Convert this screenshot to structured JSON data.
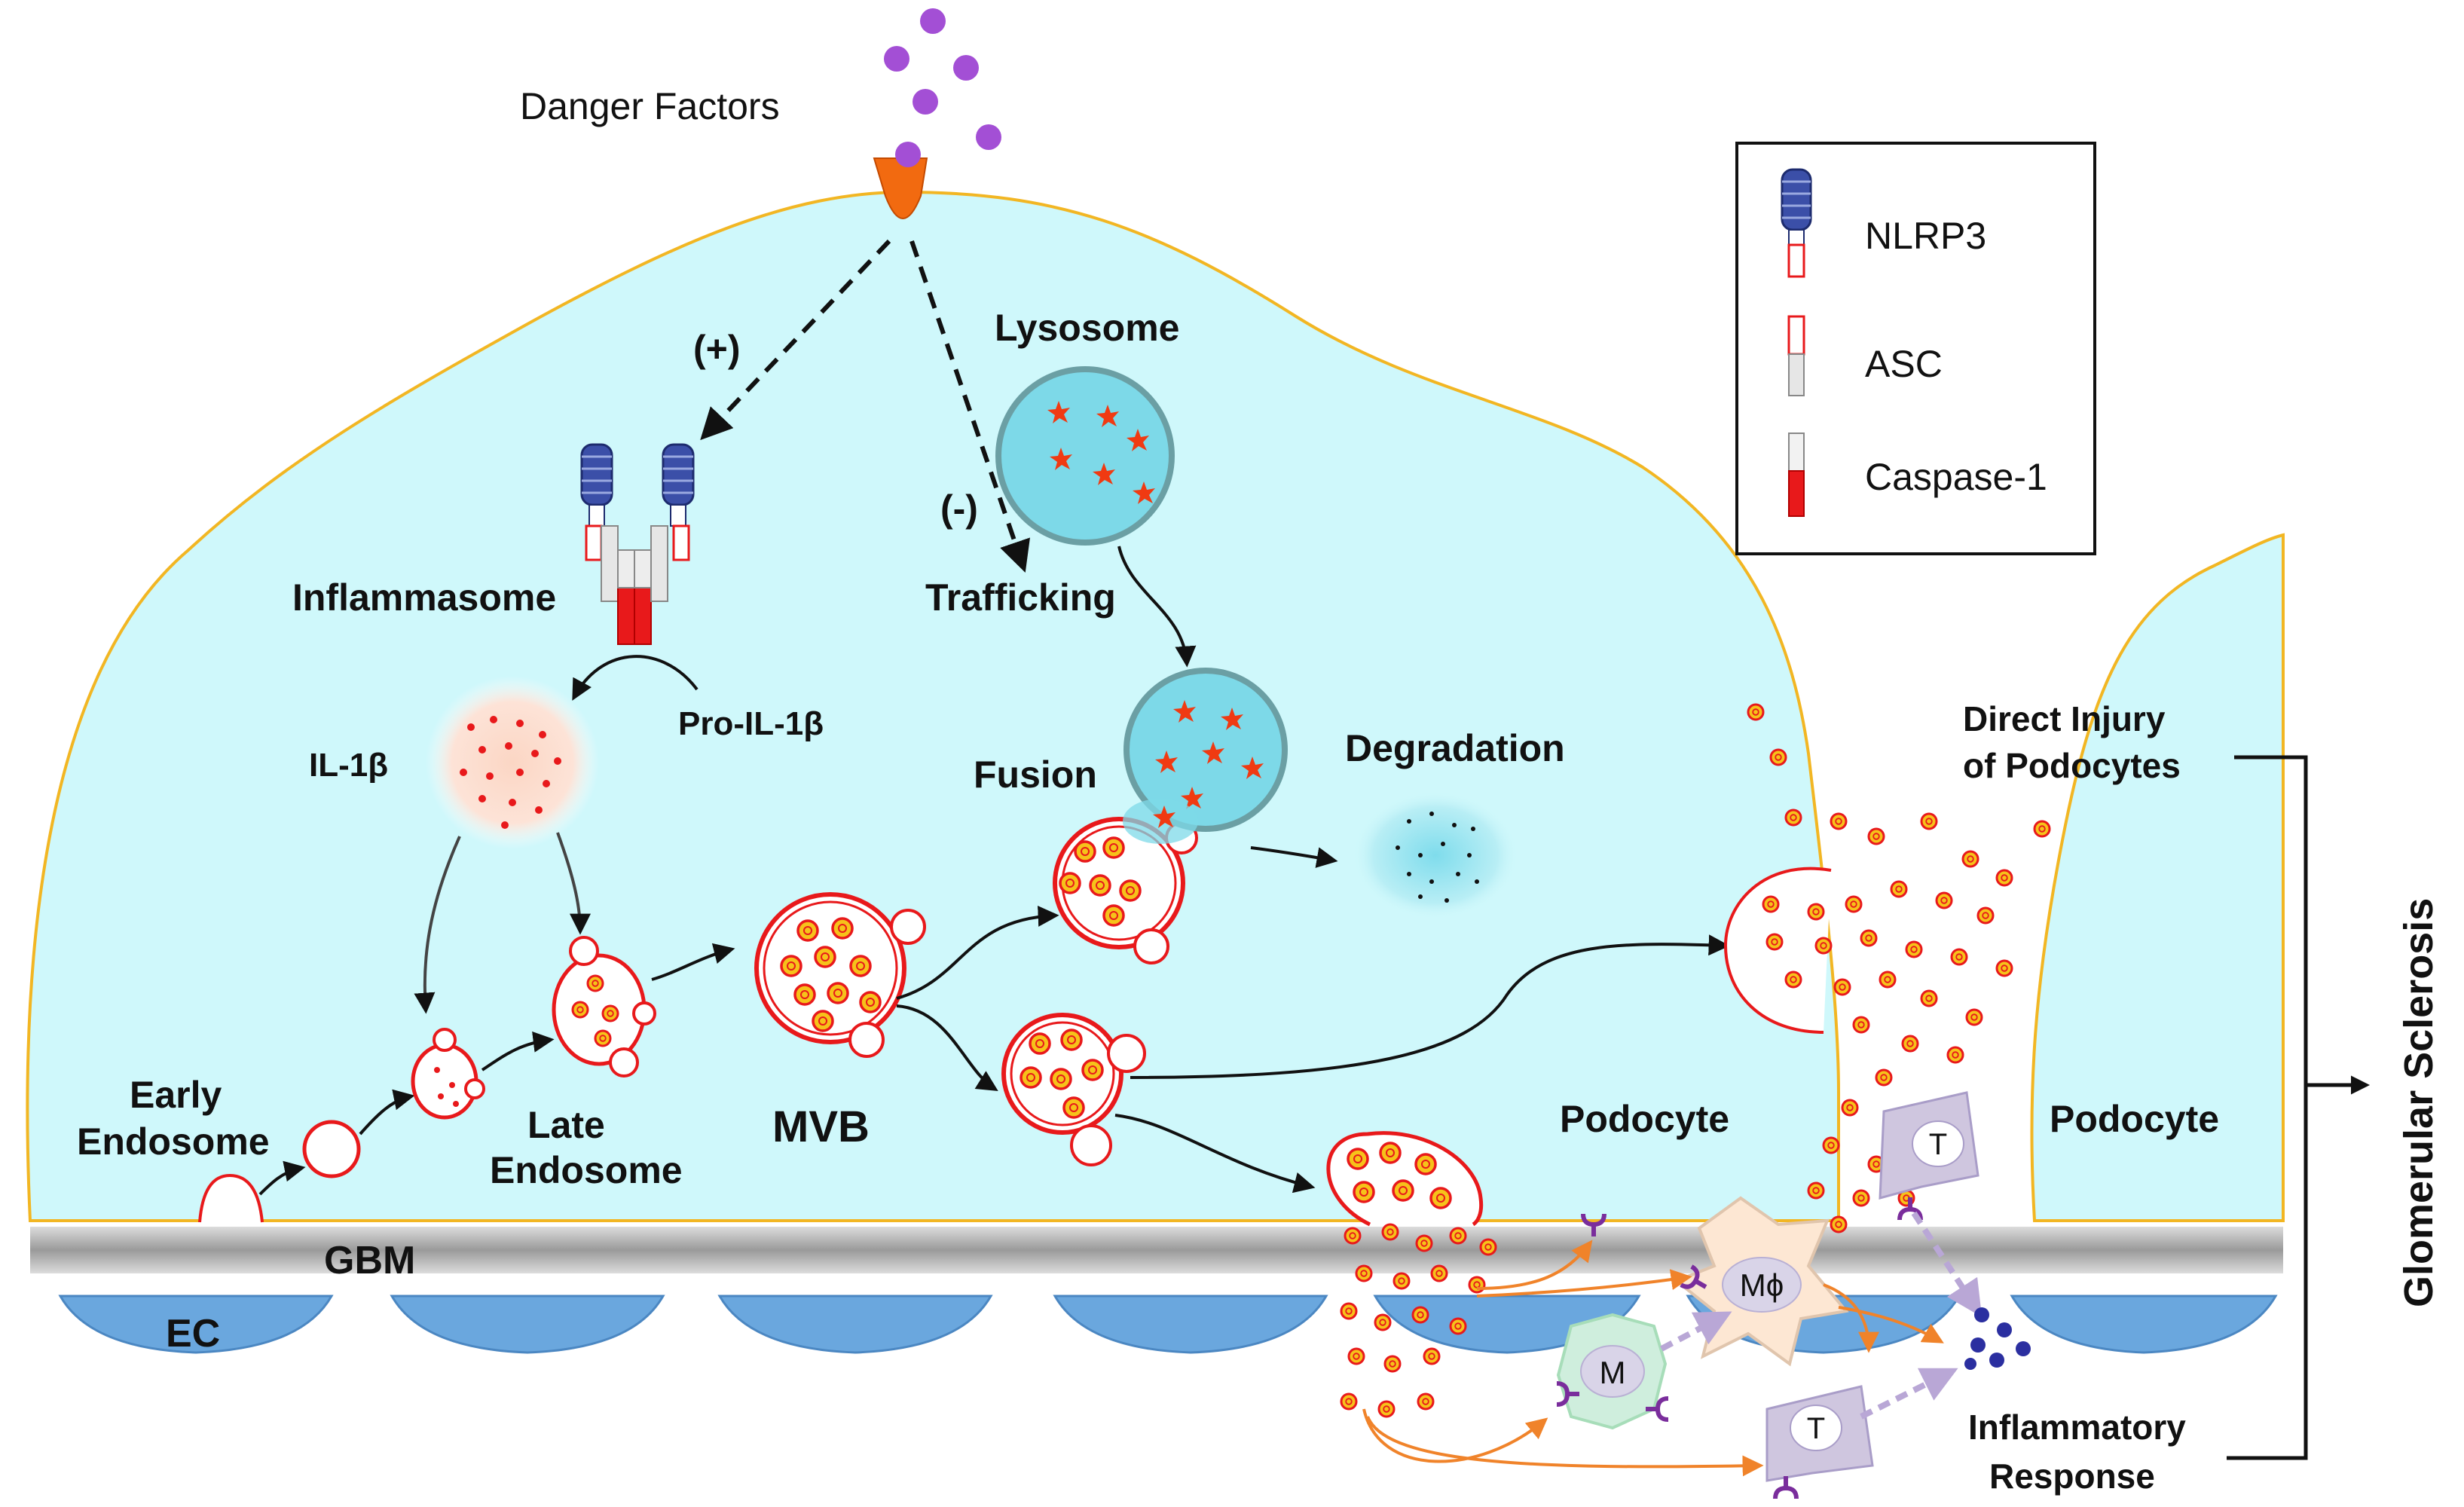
{
  "labels": {
    "danger_factors": "Danger Factors",
    "plus": "(+)",
    "minus": "(-)",
    "lysosome": "Lysosome",
    "trafficking": "Trafficking",
    "inflammasome": "Inflammasome",
    "pro_il1b": "Pro-IL-1β",
    "il1b": "IL-1β",
    "fusion": "Fusion",
    "degradation": "Degradation",
    "early_endosome_1": "Early",
    "early_endosome_2": "Endosome",
    "late_endosome_1": "Late",
    "late_endosome_2": "Endosome",
    "mvb": "MVB",
    "podocyte_left": "Podocyte",
    "podocyte_right": "Podocyte",
    "direct_injury_1": "Direct Injury",
    "direct_injury_2": "of Podocytes",
    "glomerular_sclerosis": "Glomerular Sclerosis",
    "gbm": "GBM",
    "ec": "EC",
    "macrophage": "Mϕ",
    "monocyte": "M",
    "t_cell_top": "T",
    "t_cell_bottom": "T",
    "inflammatory_1": "Inflammatory",
    "inflammatory_2": "Response"
  },
  "legend": {
    "items": [
      {
        "label": "NLRP3",
        "icon": "nlrp3-icon"
      },
      {
        "label": "ASC",
        "icon": "asc-icon"
      },
      {
        "label": "Caspase-1",
        "icon": "caspase1-icon"
      }
    ]
  },
  "colors": {
    "cytoplasm": "#cff8fb",
    "membrane": "#f2b623",
    "vesicle": "#e8191b",
    "receptor": "#f26a10",
    "danger": "#a34fd5",
    "lysosome": "#7dd9e8",
    "endothelium": "#6aa7de",
    "gbm": "#a9a9a9",
    "legend_blue": "#2c3e8f",
    "orange_arrow": "#f0832a",
    "dashed_arrow": "#b9a7d6"
  }
}
